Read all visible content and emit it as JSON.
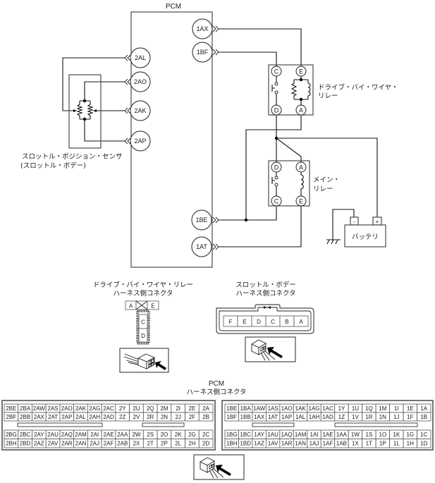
{
  "diagram": {
    "pcm": {
      "label": "PCM",
      "left_terminals": [
        "2AL",
        "2AO",
        "2AK",
        "2AP"
      ],
      "right_terminals": [
        "1AX",
        "1BF",
        "1BE",
        "1AT"
      ]
    },
    "throttle_position_sensor": {
      "label_line1": "スロットル・ポジション・センサ",
      "label_line2": "(スロットル・ボデー)"
    },
    "drive_by_wire_relay": {
      "label_line1": "ドライブ・バイ・ワイヤ・",
      "label_line2": "リレー",
      "terminals": [
        "C",
        "E",
        "D",
        "A"
      ]
    },
    "main_relay": {
      "label_line1": "メイン・",
      "label_line2": "リレー",
      "terminals": [
        "D",
        "A",
        "C",
        "E"
      ]
    },
    "battery": {
      "label": "バッテリ",
      "negative": "-",
      "positive": "+"
    }
  },
  "connector_views": {
    "dbw_relay": {
      "title_line1": "ドライブ・バイ・ワイヤ・リレー",
      "title_line2": "ハーネス側コネクタ",
      "top_pins": [
        "A",
        "E"
      ],
      "bottom_pins": [
        "C",
        "D"
      ]
    },
    "throttle_body": {
      "title_line1": "スロットル・ボデー",
      "title_line2": "ハーネス側コネクタ",
      "pins": [
        "F",
        "E",
        "D",
        "C",
        "B",
        "A"
      ]
    },
    "pcm": {
      "title_line1": "PCM",
      "title_line2": "ハーネス側コネクタ",
      "connector_2": {
        "upper_rows": [
          [
            "2BE",
            "2BA",
            "2AW",
            "2AS",
            "2AO",
            "2AK",
            "2AG",
            "2AC",
            "2Y",
            "2U",
            "2Q",
            "2M",
            "2I",
            "2E",
            "2A"
          ],
          [
            "2BF",
            "2BB",
            "2AX",
            "2AT",
            "2AP",
            "2AL",
            "2AH",
            "2AD",
            "2Z",
            "2V",
            "2R",
            "2N",
            "2J",
            "2F",
            "2B"
          ]
        ],
        "lower_rows": [
          [
            "2BG",
            "2BC",
            "2AY",
            "2AU",
            "2AQ",
            "2AM",
            "2AI",
            "2AE",
            "2AA",
            "2W",
            "2S",
            "2O",
            "2K",
            "2G",
            "2C"
          ],
          [
            "2BH",
            "2BD",
            "2AZ",
            "2AV",
            "2AR",
            "2AN",
            "2AJ",
            "2AF",
            "2AB",
            "2X",
            "2T",
            "2P",
            "2L",
            "2H",
            "2D"
          ]
        ]
      },
      "connector_1": {
        "upper_rows": [
          [
            "1BE",
            "1BA",
            "1AW",
            "1AS",
            "1AO",
            "1AK",
            "1AG",
            "1AC",
            "1Y",
            "1U",
            "1Q",
            "1M",
            "1I",
            "1E",
            "1A"
          ],
          [
            "1BF",
            "1BB",
            "1AX",
            "1AT",
            "1AP",
            "1AL",
            "1AH",
            "1AD",
            "1Z",
            "1V",
            "1R",
            "1N",
            "1J",
            "1F",
            "1B"
          ]
        ],
        "lower_rows": [
          [
            "1BG",
            "1BC",
            "1AY",
            "1AU",
            "1AQ",
            "1AM",
            "1AI",
            "1AE",
            "1AA",
            "1W",
            "1S",
            "1O",
            "1K",
            "1G",
            "1C"
          ],
          [
            "1BH",
            "1BD",
            "1AZ",
            "1AV",
            "1AR",
            "1AN",
            "1AJ",
            "1AF",
            "1AB",
            "1X",
            "1T",
            "1P",
            "1L",
            "1H",
            "1D"
          ]
        ]
      }
    }
  },
  "icons": {
    "connector_view": "connector-view-icon",
    "ground": "ground-icon",
    "resistor": "resistor-icon",
    "coil": "coil-icon",
    "switch": "relay-switch-icon",
    "chevron": "connector-chevron-icon"
  }
}
